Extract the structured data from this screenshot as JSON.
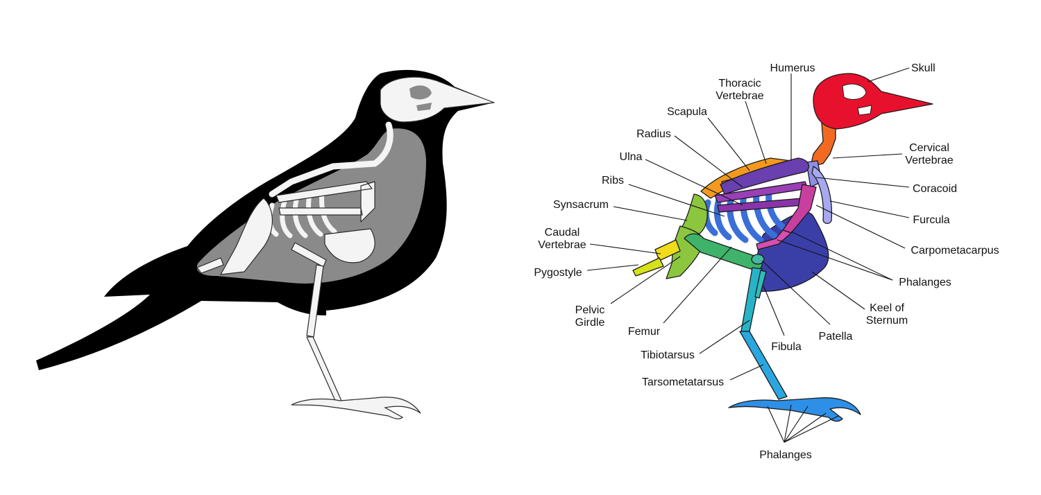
{
  "palette": {
    "silhouette": "#000000",
    "body_cavity": "#8a8a8a",
    "bone_white": "#f4f4f4",
    "skull": "#e8112d",
    "cervical": "#f26a21",
    "thoracic": "#f39a1e",
    "caudal": "#f0dc1a",
    "pygostyle": "#d6e21a",
    "pelvis": "#8cc63f",
    "femur": "#3fb36a",
    "tibiotarsus": "#27b4c8",
    "tarsus": "#2aa7e0",
    "toes": "#2e8fe6",
    "ribs": "#3a6fd8",
    "sternum": "#3a3fa8",
    "humerus": "#6a3fb0",
    "radius_ulna": "#9a3fb8",
    "carpometacarpus": "#c83fa0",
    "coracoid": "#8e8ee6",
    "furcula": "#a8a8f0"
  },
  "labels": {
    "skull": "Skull",
    "humerus": "Humerus",
    "thoracic": "Thoracic\nVertebrae",
    "scapula": "Scapula",
    "radius": "Radius",
    "ulna": "Ulna",
    "ribs": "Ribs",
    "synsacrum": "Synsacrum",
    "caudal": "Caudal\nVertebrae",
    "pygostyle": "Pygostyle",
    "pelvic": "Pelvic\nGirdle",
    "femur": "Femur",
    "tibiotarsus": "Tibiotarsus",
    "tarsometatarsus": "Tarsometatarsus",
    "phalanges_foot": "Phalanges",
    "fibula": "Fibula",
    "patella": "Patella",
    "keel": "Keel of\nSternum",
    "phalanges_wing": "Phalanges",
    "carpometacarpus": "Carpometacarpus",
    "furcula": "Furcula",
    "coracoid": "Coracoid",
    "cervical": "Cervical\nVertebrae"
  }
}
